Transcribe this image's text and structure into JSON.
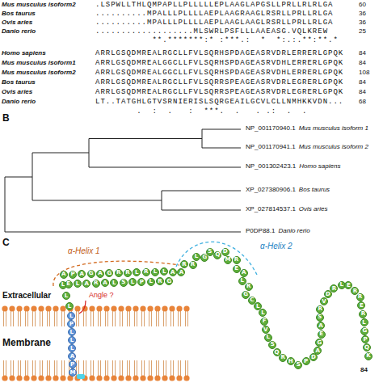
{
  "diagram": {
    "nodes": [
      {
        "text": [
          "M"
        ]
      },
      {
        "text": [
          "P"
        ]
      },
      {
        "text": [
          "A"
        ]
      },
      {
        "text": [
          "L"
        ]
      },
      {
        "text": [
          "L"
        ]
      },
      {
        "text": [
          "L"
        ]
      },
      {
        "text": [
          "P"
        ]
      },
      {
        "text": [
          "L"
        ]
      },
      {
        "text": [
          "L"
        ]
      },
      {
        "text": [
          "L"
        ]
      },
      {
        "text": [
          "L"
        ]
      },
      {
        "text": [
          "A"
        ]
      },
      {
        "text": [
          "E"
        ]
      },
      {
        "text": [
          "P"
        ]
      },
      {
        "text": [
          "L"
        ]
      },
      {
        "text": [
          "A"
        ]
      },
      {
        "text": [
          "A"
        ]
      },
      {
        "text": [
          "G"
        ]
      },
      {
        "text": [
          "R"
        ]
      },
      {
        "text": [
          "A"
        ]
      },
      {
        "text": [
          "A"
        ]
      },
      {
        "text": [
          "G"
        ]
      },
      {
        "text": [
          "L"
        ]
      },
      {
        "text": [
          "R"
        ]
      },
      {
        "text": [
          "S"
        ]
      },
      {
        "text": [
          "R"
        ]
      },
      {
        "text": [
          "L"
        ]
      },
      {
        "text": [
          "L"
        ]
      },
      {
        "text": [
          "P"
        ]
      },
      {
        "text": [
          "R"
        ]
      },
      {
        "text": [
          "L"
        ]
      },
      {
        "text": [
          "L"
        ]
      },
      {
        "text": [
          "R"
        ]
      },
      {
        "text": [
          "L"
        ]
      },
      {
        "text": [
          "G"
        ]
      },
      {
        "text": [
          "A"
        ]
      },
      {
        "text": [
          "A"
        ]
      },
      {
        "text": [
          "R"
        ]
      },
      {
        "text": [
          "R"
        ]
      },
      {
        "text": [
          "L"
        ]
      },
      {
        "text": [
          "G"
        ]
      },
      {
        "text": [
          "S"
        ]
      },
      {
        "text": [
          "Q"
        ]
      },
      {
        "text": [
          "D"
        ]
      },
      {
        "text": [
          "M"
        ]
      },
      {
        "text": [
          "R"
        ]
      },
      {
        "text": [
          "E"
        ]
      },
      {
        "text": [
          "A"
        ]
      },
      {
        "text": [
          "L"
        ]
      },
      {
        "text": [
          "R"
        ]
      },
      {
        "text": [
          "G"
        ]
      },
      {
        "text": [
          "C"
        ]
      },
      {
        "text": [
          "L"
        ]
      },
      {
        "text": [
          "L"
        ]
      },
      {
        "text": [
          "F"
        ]
      },
      {
        "text": [
          "V"
        ]
      },
      {
        "text": [
          "L"
        ]
      },
      {
        "text": [
          "S"
        ]
      },
      {
        "text": [
          "Q"
        ]
      },
      {
        "text": [
          "R"
        ]
      },
      {
        "text": [
          "H"
        ]
      },
      {
        "text": [
          "S"
        ]
      },
      {
        "text": [
          "P"
        ]
      },
      {
        "text": [
          "D"
        ]
      },
      {
        "text": [
          "A"
        ]
      },
      {
        "text": [
          "G"
        ]
      },
      {
        "text": [
          "E"
        ]
      },
      {
        "text": [
          "A"
        ]
      },
      {
        "text": [
          "S"
        ]
      },
      {
        "text": [
          "R"
        ]
      },
      {
        "text": [
          "V"
        ]
      },
      {
        "text": [
          "D"
        ]
      },
      {
        "text": [
          "R"
        ]
      },
      {
        "text": [
          "L"
        ]
      },
      {
        "text": [
          "E"
        ]
      },
      {
        "text": [
          "R"
        ]
      },
      {
        "text": [
          "R"
        ]
      },
      {
        "text": [
          "E"
        ]
      },
      {
        "text": [
          "R"
        ]
      },
      {
        "text": [
          "L"
        ]
      },
      {
        "text": [
          "G"
        ]
      },
      {
        "text": [
          "P"
        ]
      },
      {
        "text": [
          "Q"
        ]
      },
      {
        "text": [
          "K"
        ]
      }
    ],
    "labels": [
      "Mus musculus isoform2",
      ".LSPWLLTHLQMPAPLLPLLLLLEPLAAGLAPGSLLPRLLRLRLGA",
      "60",
      "Bos taurus",
      "..........MPALLLPLLLLAEPLAAGRAAGLRSRLLPRLLRLGA",
      "36",
      "Ovis aries",
      "..........MPALLLPLLLLAEPLAAGLAAGLRSRLLPRLLRLGA",
      "36",
      "Danio rerio",
      "...................MLSWRLPSFLLLAAEASG.VQLKREW",
      "25",
      "           **.*******:* :***.:  *  *:.:.**:**.*",
      "Homo sapiens",
      "ARRLGSQDMREALRGCLLFVLSQRHSPDAGEASRVDRLERRERLGPQK",
      "84",
      "Mus musculus isoform1",
      "ARRLGSQDMREALGGCLLFVLSQRHSPDAGEASRVDHLERRERLGPQK",
      "84",
      "Mus musculus isoform2",
      "ARRLGSQDMREALGGCLLFVLSQRHSPDAGEASRVDHLERRERLGPQK",
      "108",
      "Bos taurus",
      "ARRLGSQDMREALRGCLLFVLSQRRSPEAGEASRVDRLEGRERLGPQK",
      "84",
      "Ovis aries",
      "ARRLGSQDMREALRGCLLFVLSQRRSPEAGEASRVDRLEGRERLGPQK",
      "84",
      "Danio rerio",
      "LT..TATGHLGTVSRNIERISLSQRGEAILGCVLCLLNMHKKVDN...",
      "68",
      "        .  :  .   :  ***.  .   . .:  .  .",
      "B",
      "NP_001170940.1",
      "Mus musculus isoform 1",
      "NP_001170941.1",
      "Mus musculus isoform 2",
      "NP_001302423.1",
      "Homo sapiens",
      "XP_027380906.1",
      "Bos taurus",
      "XP_027814537.1",
      "Ovis aries",
      "P0DP88.1",
      "Danio rerio",
      "C",
      "α-Helix 1",
      "α-Helix 2",
      "Angle ?",
      "Extracellular",
      "Membrane",
      "84"
    ]
  }
}
